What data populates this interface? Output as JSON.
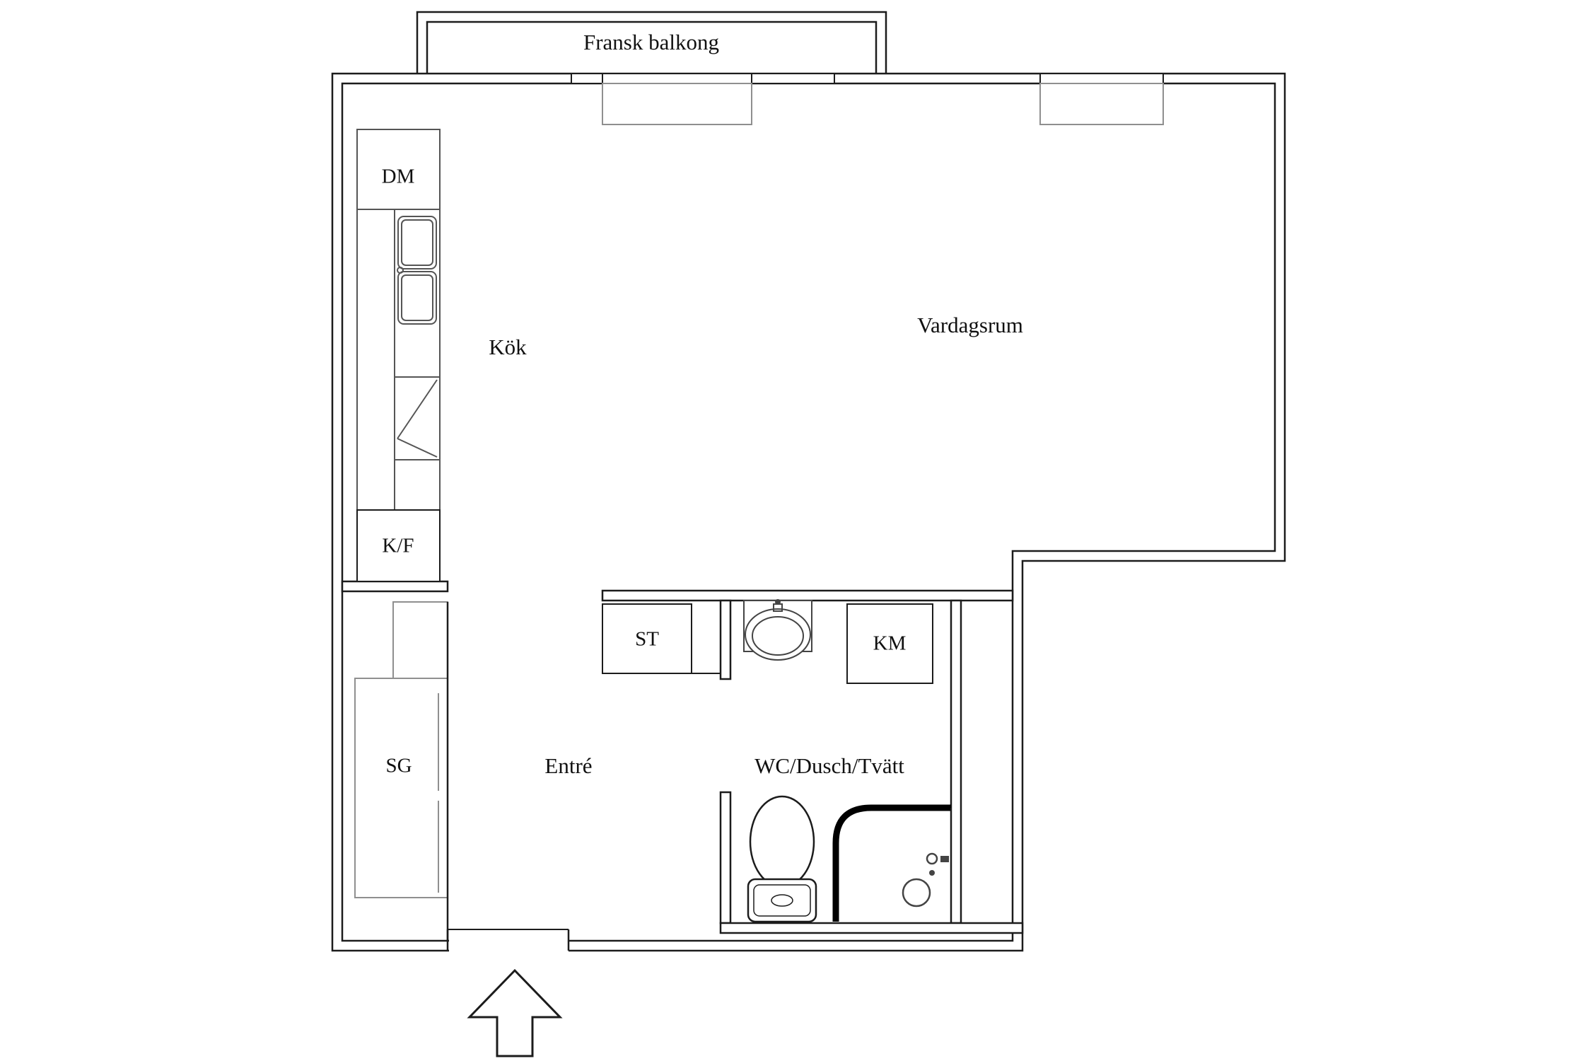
{
  "colors": {
    "wall": "#1c1c1c",
    "fixture": "#555555",
    "light_fixture": "#8f8f8f",
    "background": "#ffffff"
  },
  "labels": {
    "balcony": "Fransk balkong",
    "kitchen": "Kök",
    "living_room": "Vardagsrum",
    "dishwasher": "DM",
    "fridge_freezer": "K/F",
    "wardrobe": "SG",
    "storage": "ST",
    "washing_machine": "KM",
    "entrance": "Entré",
    "bathroom": "WC/Dusch/Tvätt"
  }
}
